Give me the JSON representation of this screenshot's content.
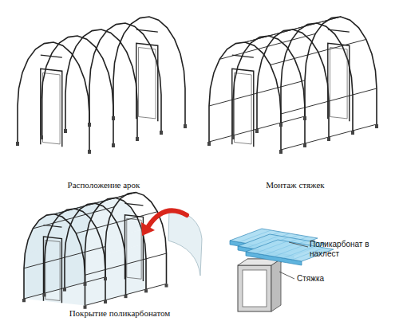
{
  "diagram": {
    "labels": [
      "Расположение арок",
      "Монтаж стяжек",
      "Покрытие поликарбонатом",
      "Поликарбонат в нахлест",
      "Стяжка"
    ]
  }
}
